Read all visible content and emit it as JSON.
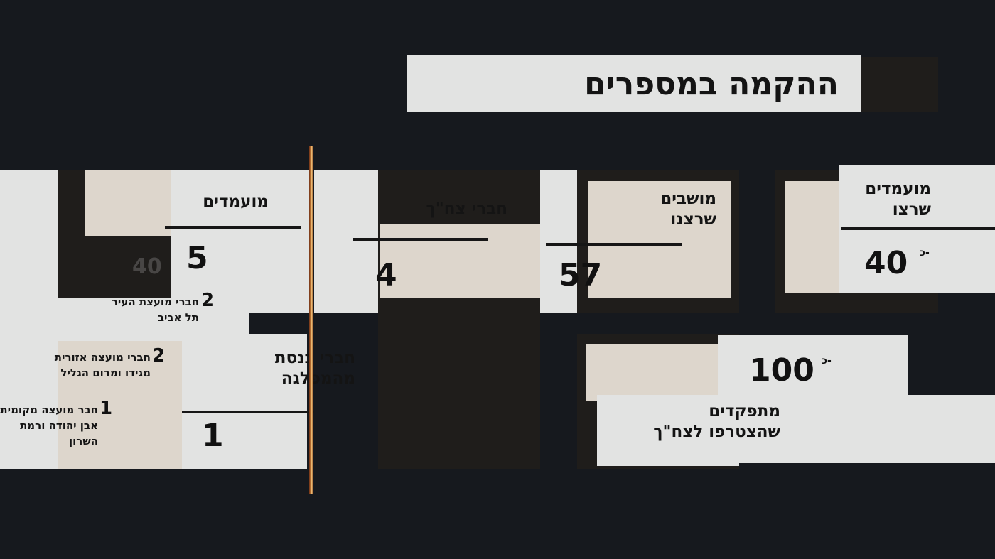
{
  "title": "ההקמה במספרים",
  "stats": [
    {
      "label_1": "מועמדים",
      "label_2": "שרצו",
      "value": "40",
      "prefix": "כ-"
    },
    {
      "label_1": "מושבים",
      "label_2": "שרצנו",
      "value": "57"
    },
    {
      "label_1": "חברי צח\"ך",
      "value": "4"
    },
    {
      "label_1": "מועמדים",
      "value": "5"
    },
    {
      "label_1": "מתפקדים",
      "label_2": "שהצטרפו לצח\"ך",
      "value": "100",
      "prefix": "כ-"
    },
    {
      "label_1": "חברי כנסת",
      "label_2": "מהמפלגה",
      "value": "1"
    }
  ],
  "sub_items": [
    {
      "count": "2",
      "line_1": "חברי מועצת העיר",
      "line_2": "תל אביב"
    },
    {
      "count": "2",
      "line_1": "חברי מועצה אזורית",
      "line_2": "מגידו ומרום הגליל"
    },
    {
      "count": "1",
      "line_1": "חבר מועצה מקומית",
      "line_2": "אבן יהודה ורמת השרון"
    }
  ],
  "colors": {
    "background": "#16191e",
    "paper": "#e2e3e2",
    "dark_card": "#1f1d1b",
    "accent_line": "#e39a45"
  }
}
